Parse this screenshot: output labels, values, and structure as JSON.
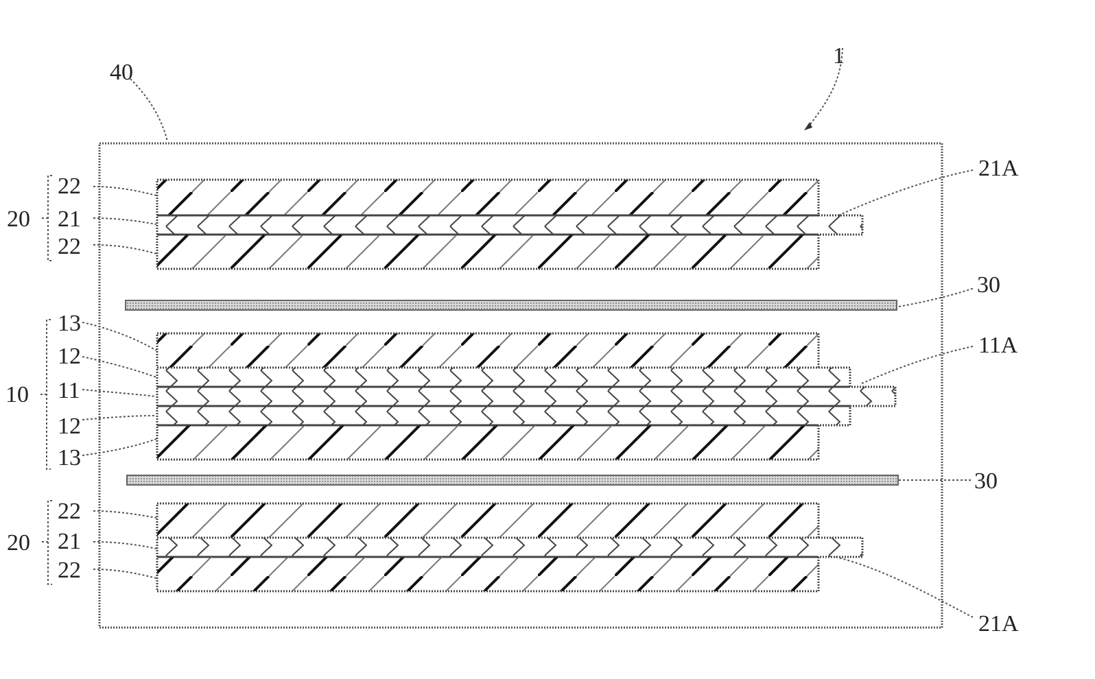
{
  "labels": {
    "device": "1",
    "exterior": "40",
    "electrode_20": "20",
    "electrode_10": "10",
    "layer_22": "22",
    "layer_21": "21",
    "layer_13": "13",
    "layer_12": "12",
    "layer_11": "11",
    "tab_21A": "21A",
    "tab_11A": "11A",
    "separator_30": "30"
  },
  "colors": {
    "line": "#444444",
    "separator_fill": "#bdbdbd",
    "hatch": "#333333"
  }
}
